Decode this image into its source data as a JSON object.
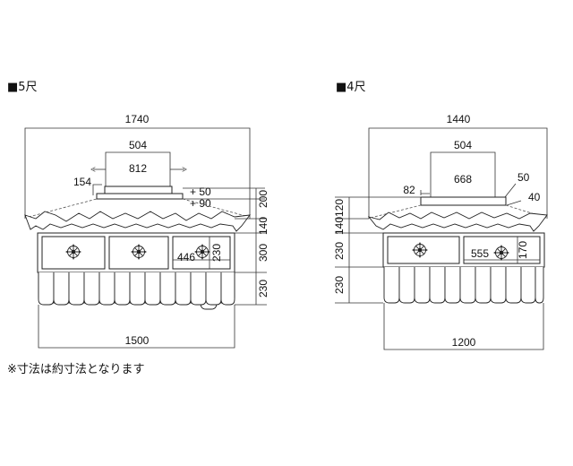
{
  "left": {
    "title": "■5尺",
    "dims": {
      "top_width": "1740",
      "inner_width": "504",
      "inner_width2": "812",
      "left_offset": "154",
      "plus50": "+ 50",
      "plus90": "+ 90",
      "h200": "200",
      "h140": "140",
      "h300": "300",
      "h230": "230",
      "panel_w": "446",
      "panel_h": "230",
      "bottom_width": "1500"
    }
  },
  "right": {
    "title": "■4尺",
    "dims": {
      "top_width": "1440",
      "inner_width": "504",
      "inner_width2": "668",
      "left_offset": "82",
      "right50": "50",
      "right40": "40",
      "h120": "120",
      "h140": "140",
      "h230a": "230",
      "h230b": "230",
      "panel_w": "555",
      "panel_h": "170",
      "bottom_width": "1200"
    }
  },
  "note": "※寸法は約寸法となります"
}
